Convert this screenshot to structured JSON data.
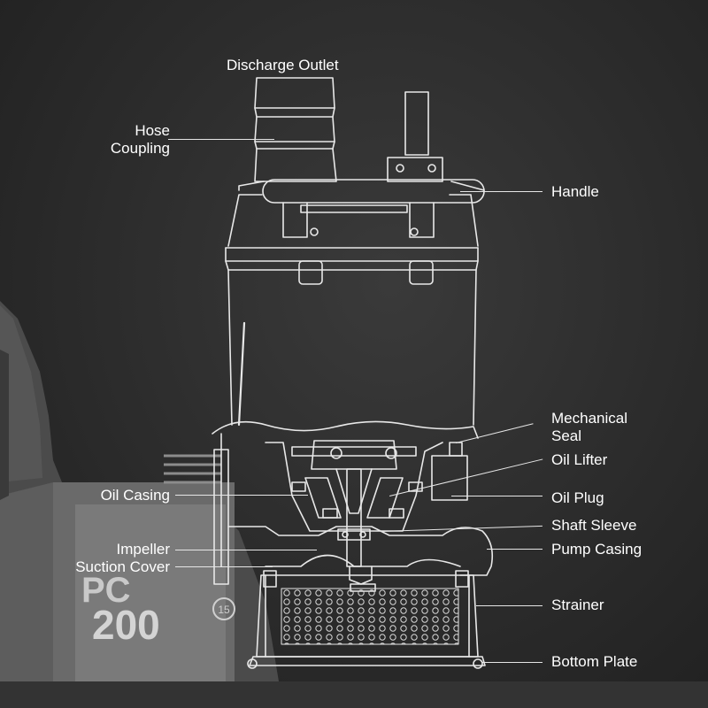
{
  "diagram": {
    "labels": {
      "discharge_outlet": "Discharge Outlet",
      "hose_coupling": [
        "Hose",
        "Coupling"
      ],
      "handle": "Handle",
      "mechanical_seal": [
        "Mechanical",
        "Seal"
      ],
      "oil_lifter": "Oil Lifter",
      "oil_casing": "Oil Casing",
      "oil_plug": "Oil Plug",
      "shaft_sleeve": "Shaft Sleeve",
      "impeller": "Impeller",
      "pump_casing": "Pump Casing",
      "suction_cover": "Suction Cover",
      "strainer": "Strainer",
      "bottom_plate": "Bottom Plate"
    },
    "background": {
      "machine_model_prefix": "PC",
      "machine_model_number": "200",
      "badge_number": "15"
    }
  }
}
